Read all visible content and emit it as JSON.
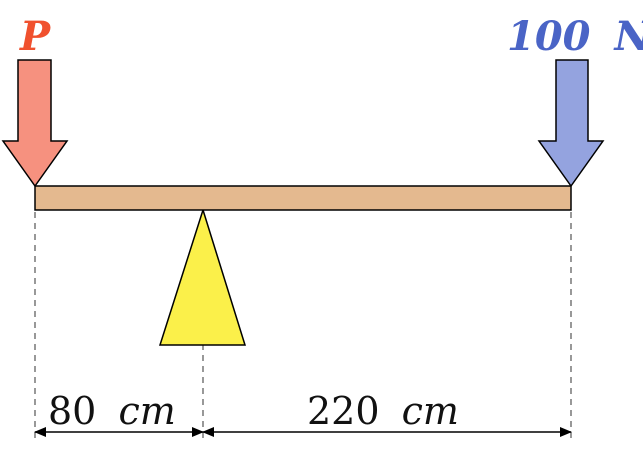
{
  "forces": {
    "left": {
      "symbol": "P",
      "color": "#f0512e",
      "arrow_fill": "#f6917f"
    },
    "right": {
      "value": "100",
      "unit": "N",
      "color": "#4a64c6",
      "arrow_fill": "#94a3df"
    }
  },
  "beam": {
    "color": "#e4b98f"
  },
  "fulcrum": {
    "color": "#fbf04a"
  },
  "dimensions": {
    "left": {
      "value": "80",
      "unit": "cm"
    },
    "right": {
      "value": "220",
      "unit": "cm"
    }
  }
}
